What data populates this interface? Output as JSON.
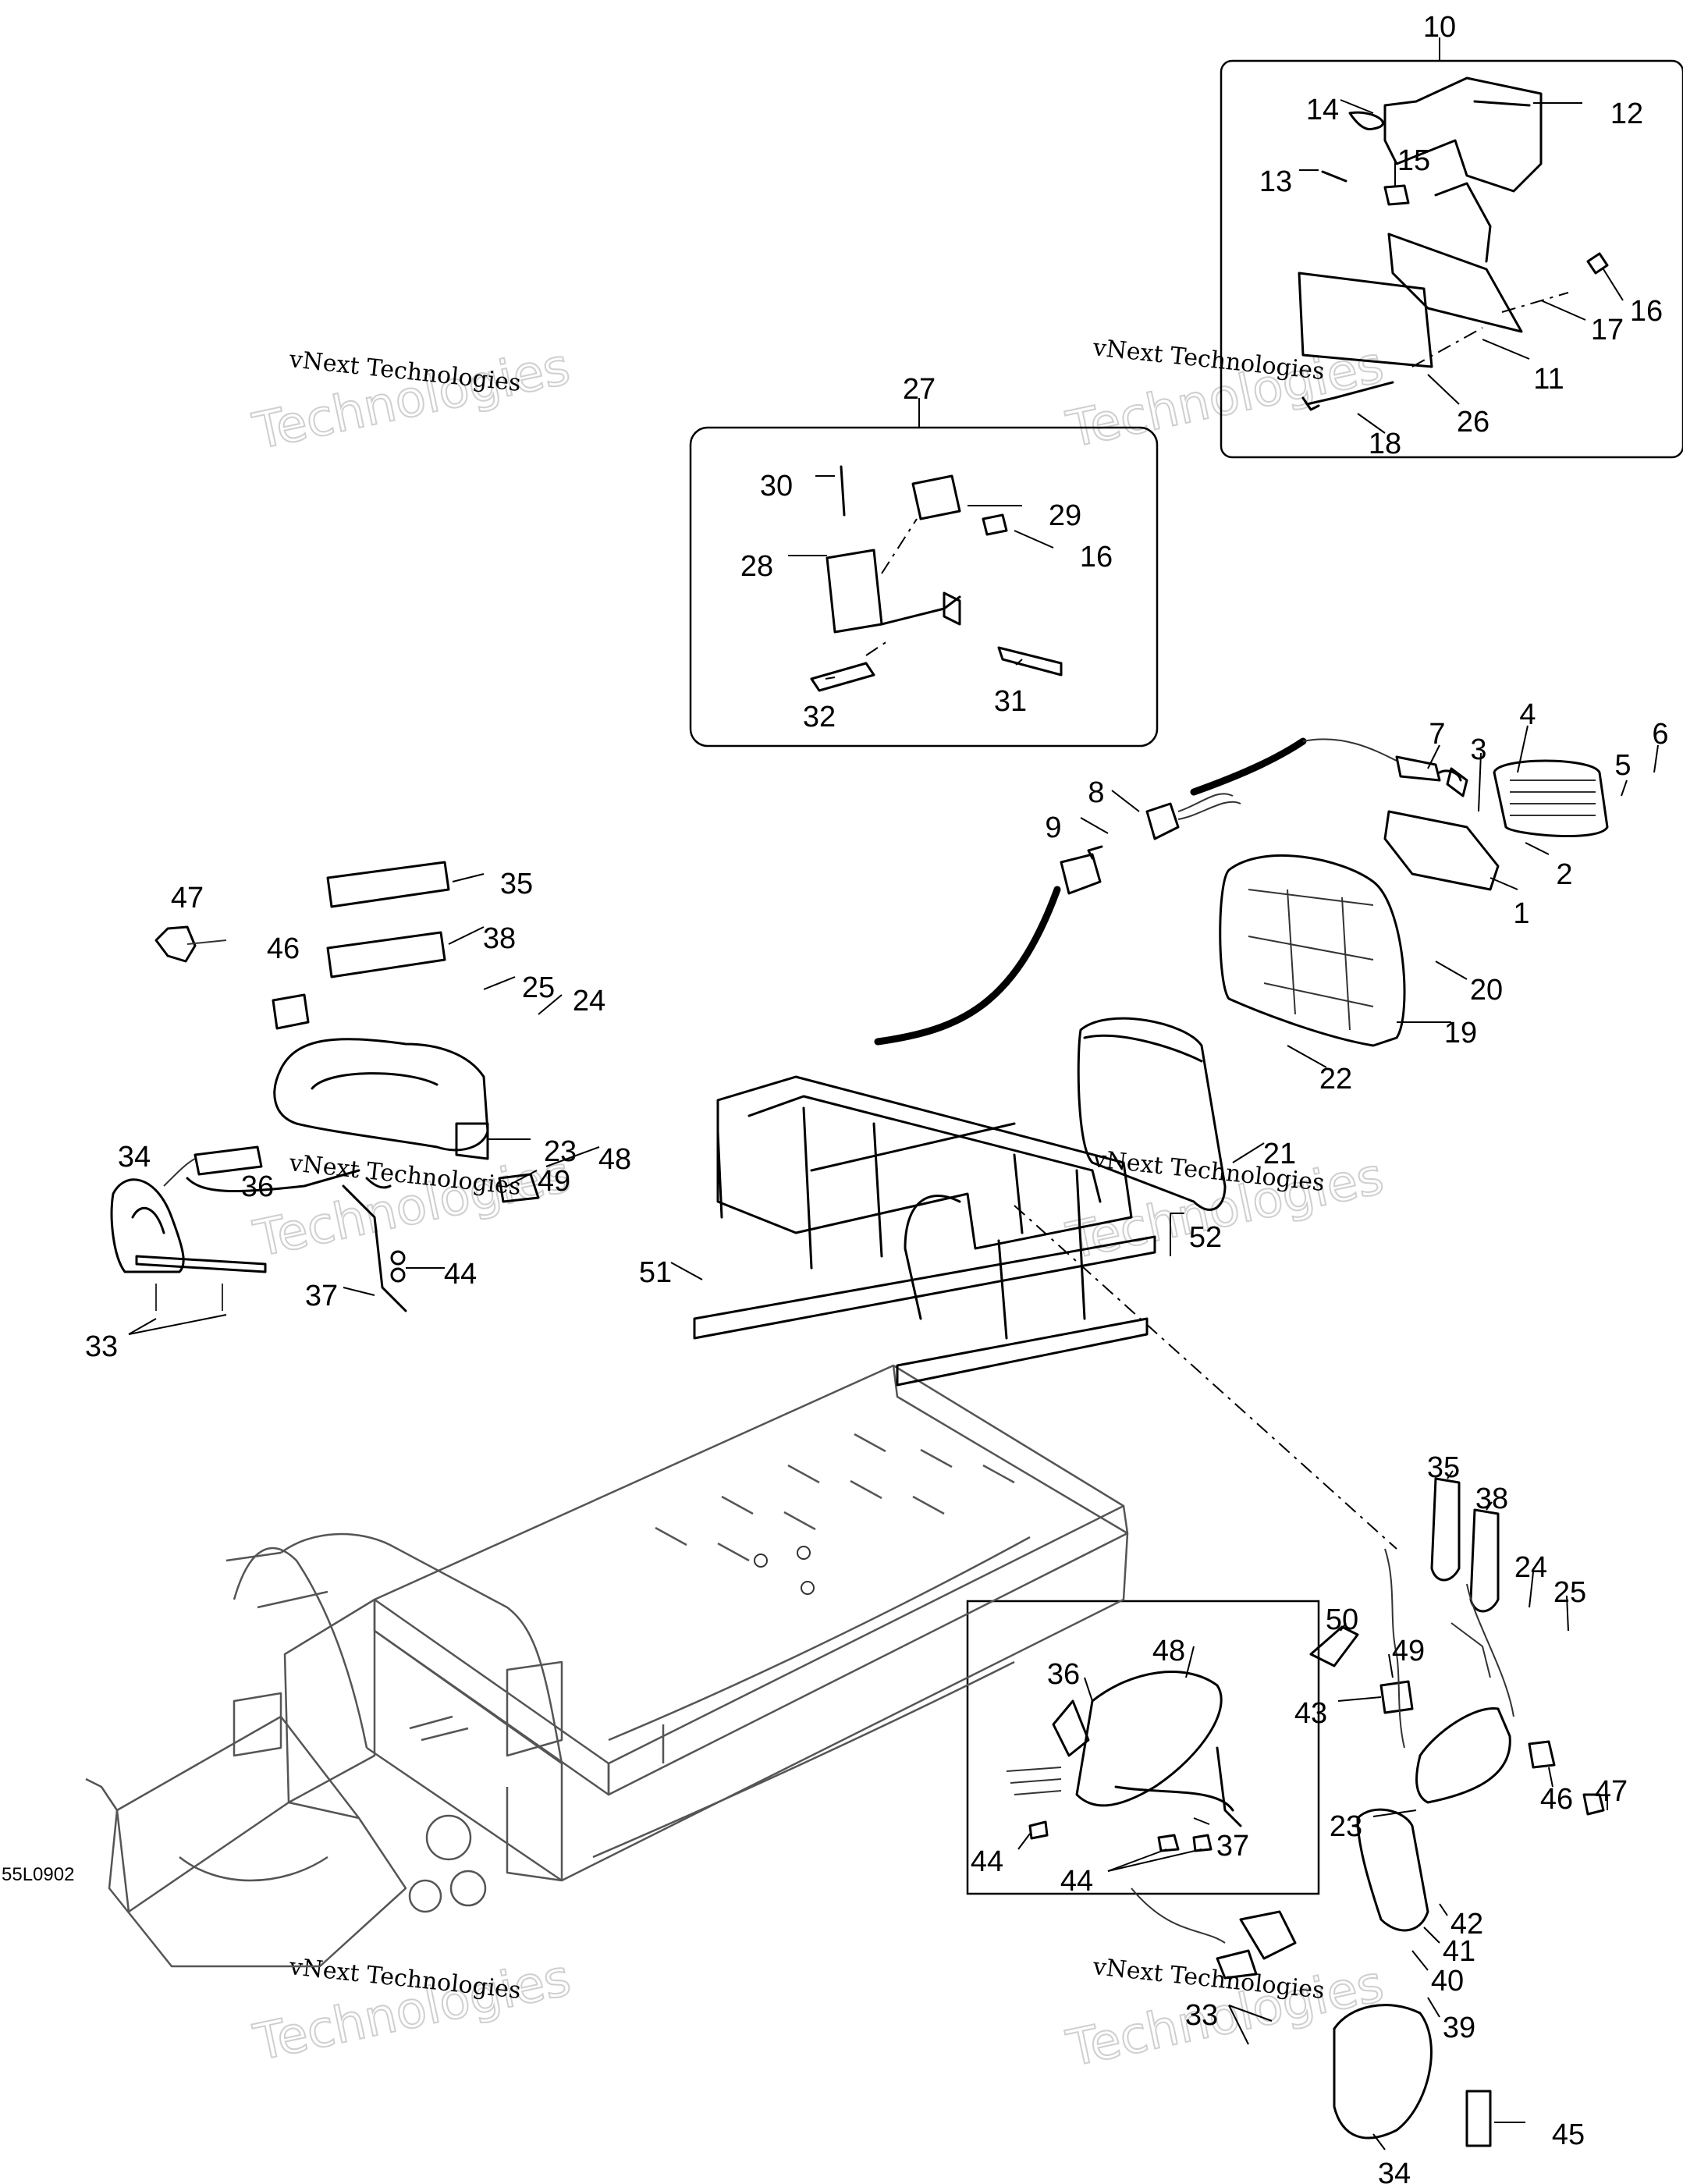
{
  "diagram_code": "55L0902",
  "watermarks": [
    {
      "line1": "vNext Technologies",
      "line2": "Technologies"
    },
    {
      "line1": "vNext Technologies",
      "line2": "Technologies"
    },
    {
      "line1": "vNext Technologies",
      "line2": "Technologies"
    },
    {
      "line1": "vNext Technologies",
      "line2": "Technologies"
    },
    {
      "line1": "vNext Technologies",
      "line2": "Technologies"
    },
    {
      "line1": "vNext Technologies",
      "line2": "Technologies"
    }
  ],
  "callouts": [
    "10",
    "14",
    "12",
    "13",
    "15",
    "16",
    "17",
    "11",
    "26",
    "18",
    "27",
    "30",
    "29",
    "28",
    "16",
    "32",
    "31",
    "7",
    "4",
    "3",
    "6",
    "5",
    "8",
    "9",
    "2",
    "1",
    "20",
    "19",
    "22",
    "21",
    "47",
    "35",
    "46",
    "38",
    "25",
    "24",
    "23",
    "48",
    "49",
    "34",
    "36",
    "52",
    "51",
    "44",
    "37",
    "33",
    "35",
    "38",
    "24",
    "25",
    "50",
    "49",
    "43",
    "36",
    "48",
    "46",
    "47",
    "23",
    "44",
    "44",
    "37",
    "42",
    "41",
    "40",
    "39",
    "33",
    "45",
    "34"
  ]
}
